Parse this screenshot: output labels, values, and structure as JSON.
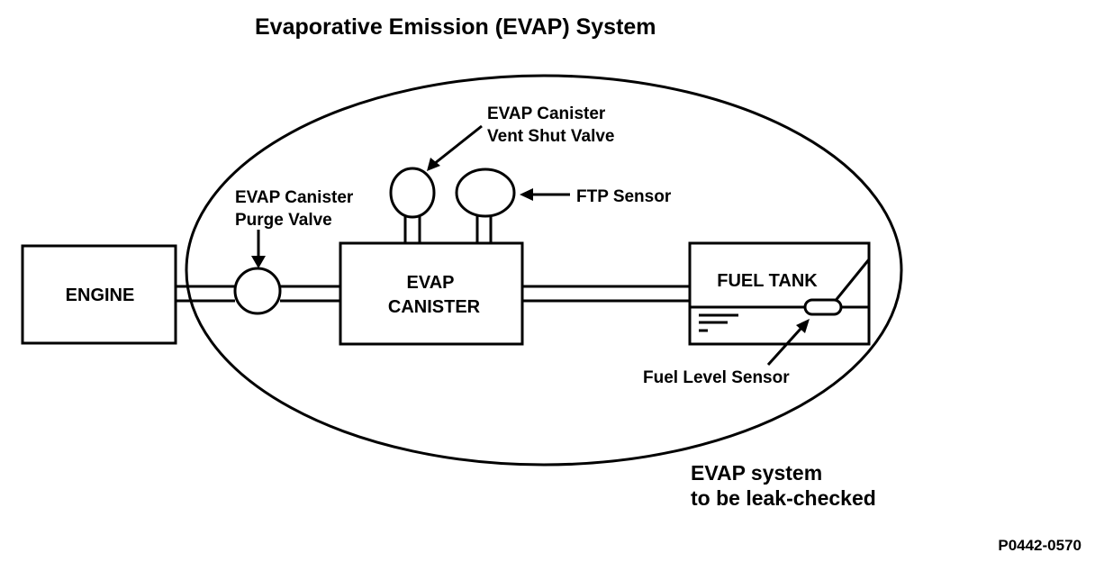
{
  "title": "Evaporative Emission (EVAP) System",
  "components": {
    "engine": "ENGINE",
    "canister": [
      "EVAP",
      "CANISTER"
    ],
    "fuel_tank": "FUEL TANK",
    "purge_valve": [
      "EVAP Canister",
      "Purge Valve"
    ],
    "vent_valve": [
      "EVAP Canister",
      "Vent Shut Valve"
    ],
    "ftp_sensor": "FTP Sensor",
    "fuel_level_sensor": "Fuel Level Sensor"
  },
  "leak_check_note": [
    "EVAP system",
    "to be leak-checked"
  ],
  "figure_code": "P0442-0570"
}
